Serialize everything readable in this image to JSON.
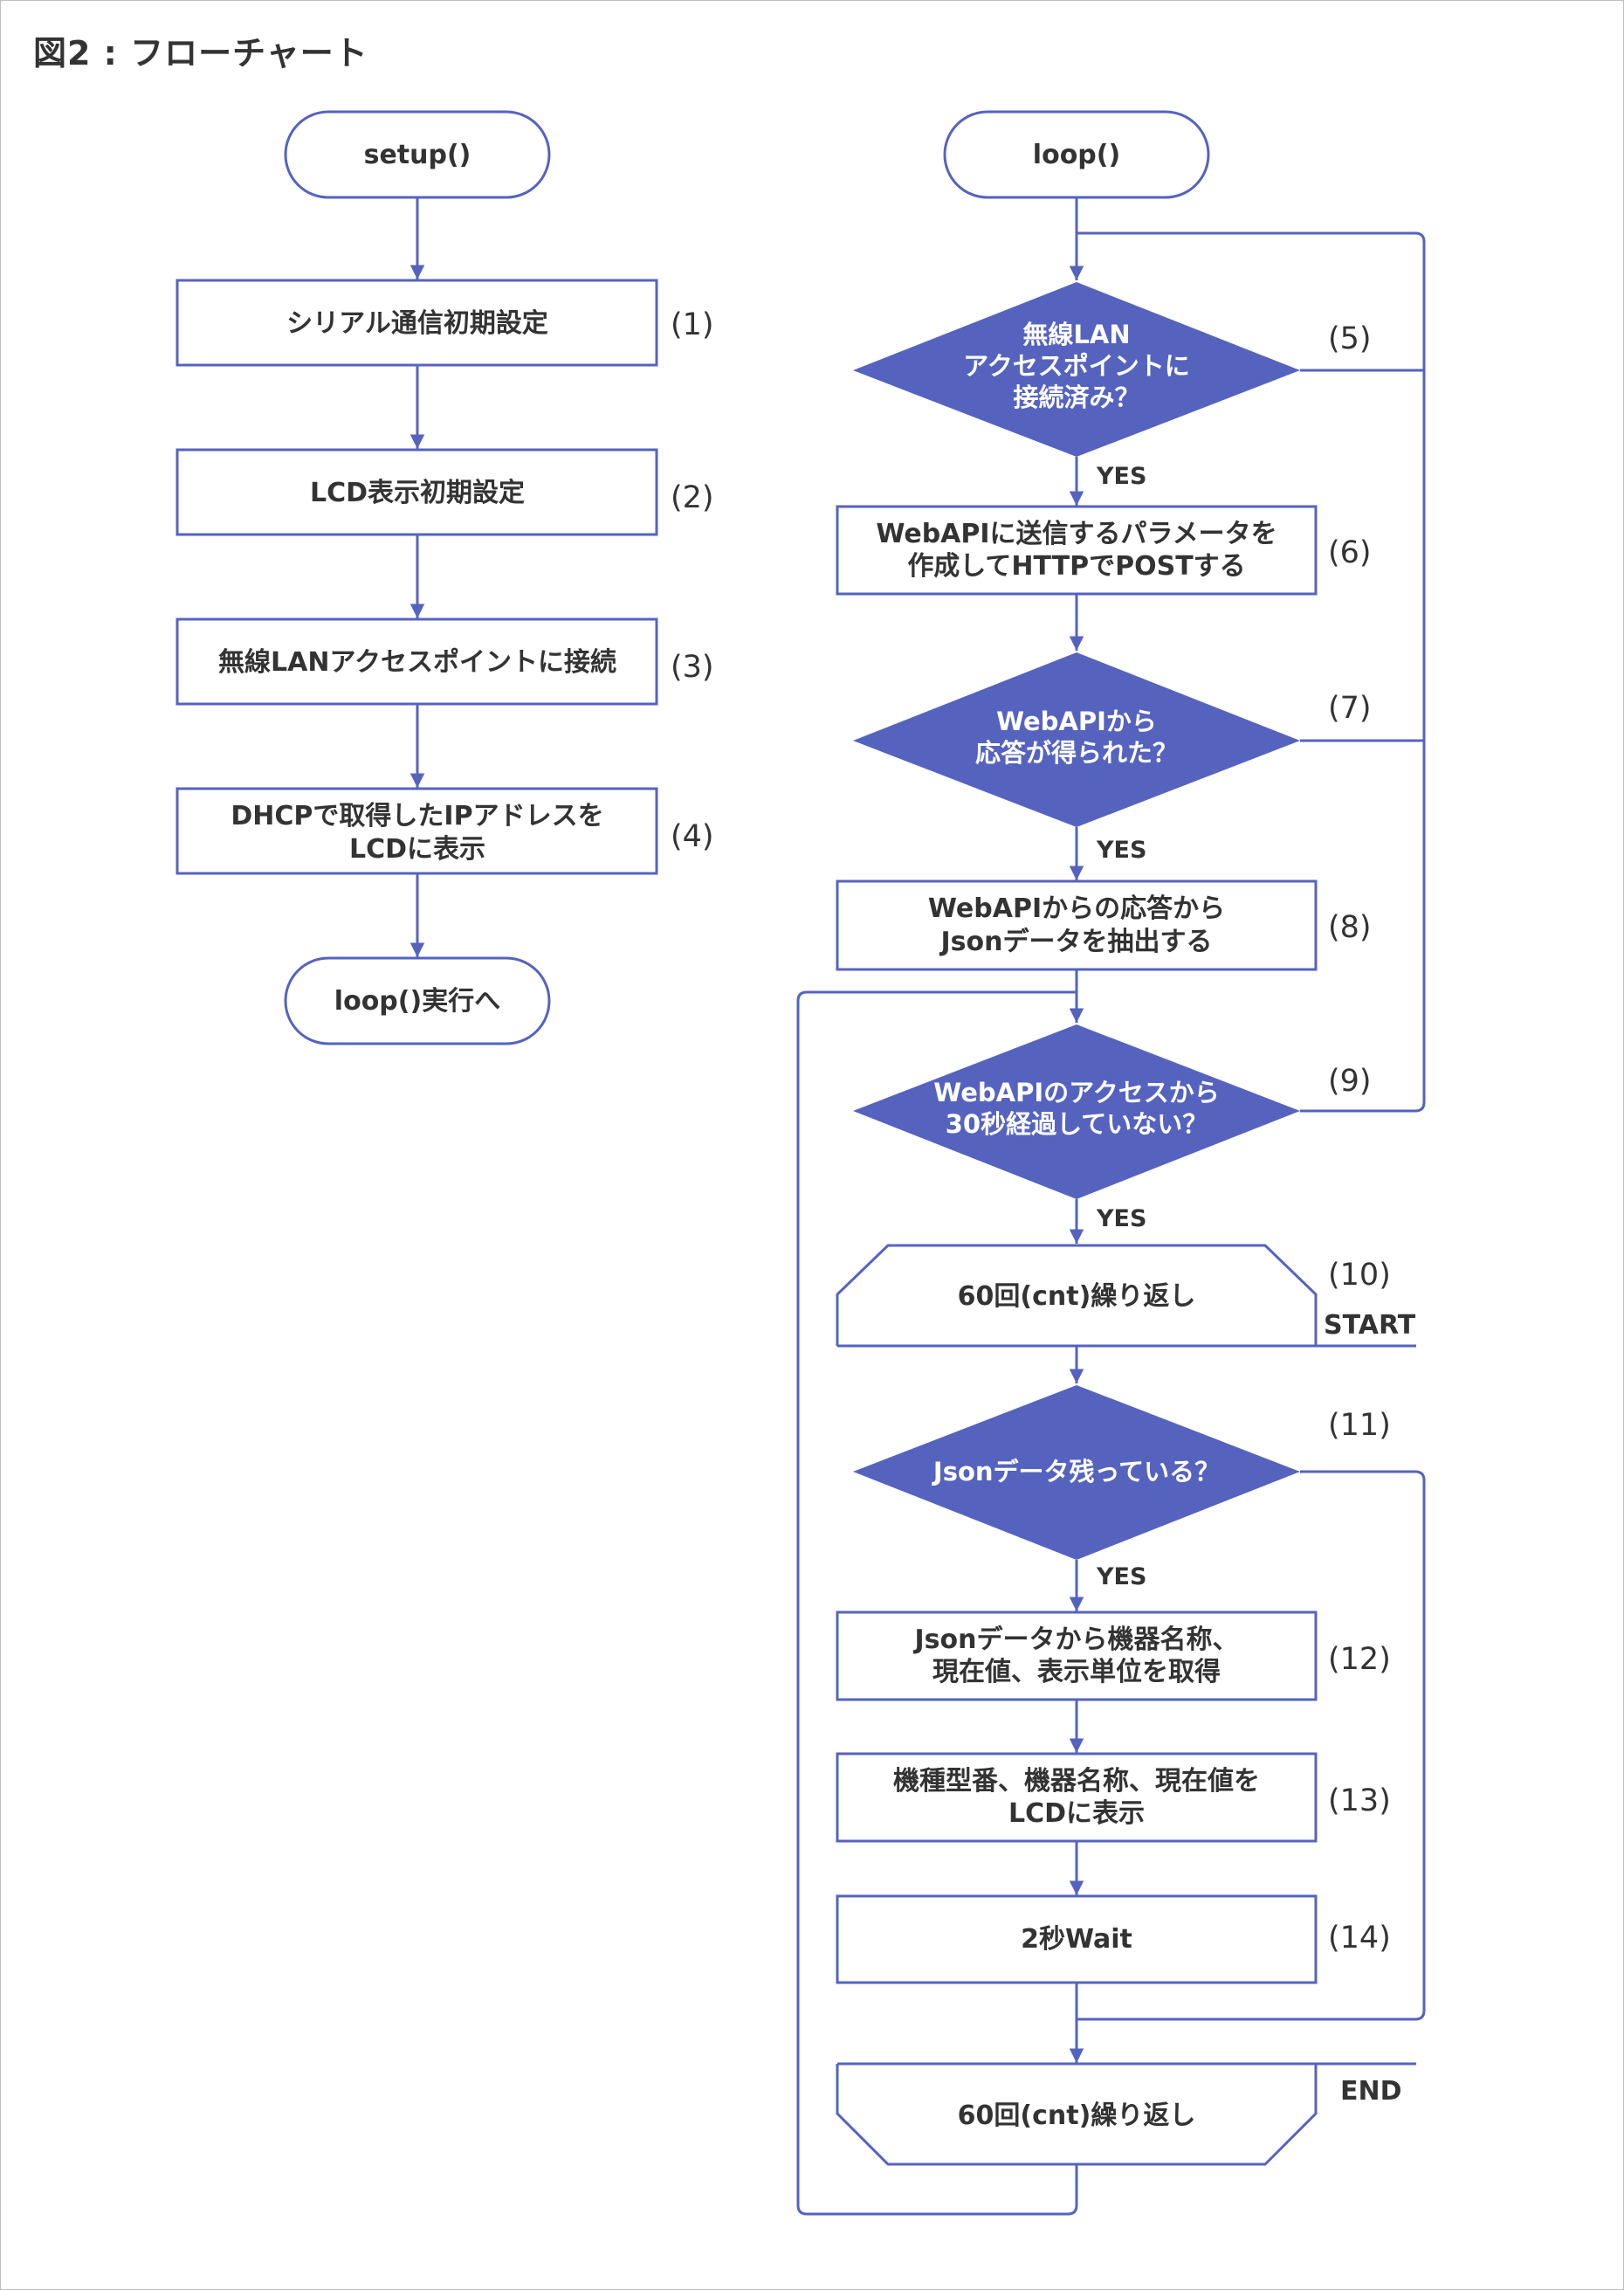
{
  "title": "図2 : フローチャート",
  "colors": {
    "line": "#5563bf",
    "diamond_fill": "#5563bf",
    "text": "#333333"
  },
  "left": {
    "start": "setup()",
    "steps": [
      {
        "lines": [
          "シリアル通信初期設定"
        ],
        "num": "(1)"
      },
      {
        "lines": [
          "LCD表示初期設定"
        ],
        "num": "(2)"
      },
      {
        "lines": [
          "無線LANアクセスポイントに接続"
        ],
        "num": "(3)"
      },
      {
        "lines": [
          "DHCPで取得したIPアドレスを",
          "LCDに表示"
        ],
        "num": "(4)"
      }
    ],
    "end": "loop()実行へ"
  },
  "right": {
    "start": "loop()",
    "d5": {
      "lines": [
        "無線LAN",
        "アクセスポイントに",
        "接続済み？"
      ],
      "num": "(5)"
    },
    "p6": {
      "lines": [
        "WebAPIに送信するパラメータを",
        "作成してHTTPでPOSTする"
      ],
      "num": "(6)"
    },
    "d7": {
      "lines": [
        "WebAPIから",
        "応答が得られた？"
      ],
      "num": "(7)"
    },
    "p8": {
      "lines": [
        "WebAPIからの応答から",
        "Jsonデータを抽出する"
      ],
      "num": "(8)"
    },
    "d9": {
      "lines": [
        "WebAPIのアクセスから",
        "30秒経過していない？"
      ],
      "num": "(9)"
    },
    "loop_start": {
      "label": "60回(cnt)繰り返し",
      "num": "(10)",
      "tag": "START"
    },
    "d11": {
      "lines": [
        "Jsonデータ残っている？"
      ],
      "num": "(11)"
    },
    "p12": {
      "lines": [
        "Jsonデータから機器名称、",
        "現在値、表示単位を取得"
      ],
      "num": "(12)"
    },
    "p13": {
      "lines": [
        "機種型番、機器名称、現在値を",
        "LCDに表示"
      ],
      "num": "(13)"
    },
    "p14": {
      "lines": [
        "2秒Wait"
      ],
      "num": "(14)"
    },
    "loop_end": {
      "label": "60回(cnt)繰り返し",
      "tag": "END"
    },
    "yes_label": "YES"
  }
}
